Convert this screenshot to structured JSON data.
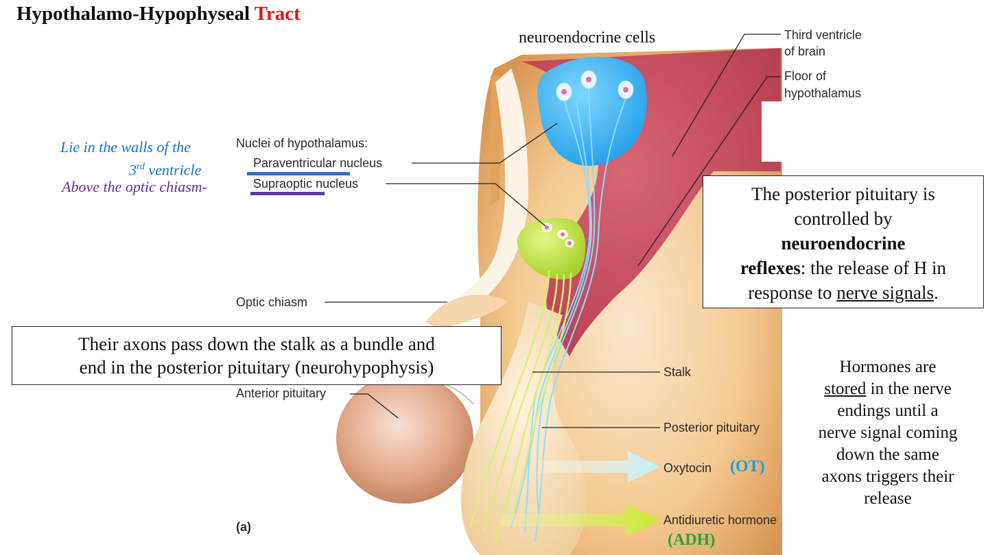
{
  "title": {
    "main": "Hypothalamo-Hypophyseal",
    "accent": "Tract"
  },
  "colors": {
    "title_accent": "#e0161b",
    "note_blue": "#1273c0",
    "note_purple": "#6a2c91",
    "neuroendocrine_cells": "#37b3ef",
    "supraoptic_cells": "#b5e23a",
    "hypothalamus": "#c94a5a",
    "oxytocin_arrow": "#bff1fb",
    "adh_arrow": "#c8ea2e",
    "ot_label": "#1a9ee0",
    "adh_label": "#2aa33a"
  },
  "diagram": {
    "labels": {
      "neuroendocrine_cells": "neuroendocrine cells",
      "third_ventricle_1": "Third ventricle",
      "third_ventricle_2": "of brain",
      "floor_1": "Floor of",
      "floor_2": "hypothalamus",
      "nuclei_heading": "Nuclei of hypothalamus:",
      "paraventricular_a": "Paraventricular",
      "paraventricular_b": " nucleus",
      "supraoptic_a": "Supraoptic",
      "supraoptic_b": " nucleus",
      "optic_chiasm": "Optic chiasm",
      "anterior_pituitary": "Anterior pituitary",
      "stalk": "Stalk",
      "posterior_pituitary": "Posterior pituitary",
      "oxytocin": "Oxytocin",
      "ot": "(OT)",
      "adh": "Antidiuretic hormone",
      "adh_abbr": "(ADH)",
      "panel": "(a)"
    }
  },
  "notes": {
    "walls_1": "Lie in the walls of the",
    "walls_2_num": "3",
    "walls_2_sup": "rd",
    "walls_2_rest": " ventricle",
    "above_chiasm": "Above the optic chiasm-"
  },
  "box_right": {
    "line1": "The posterior pituitary is",
    "line2": "controlled by",
    "bold1": "neuroendocrine",
    "bold2": "reflexes",
    "after_bold": ": the release of H in",
    "line5_a": "response to ",
    "line5_u": "nerve signals",
    "line5_end": "."
  },
  "box_left": {
    "line1": "Their axons pass down the stalk as a bundle and",
    "line2": "end in the posterior pituitary (neurohypophysis)"
  },
  "hormones_note": {
    "line1": "Hormones are",
    "u": "stored",
    "line2_rest": " in the nerve",
    "line3": "endings until a",
    "line4": "nerve signal coming",
    "line5": "down the same",
    "line6": "axons triggers their",
    "line7": "release"
  }
}
